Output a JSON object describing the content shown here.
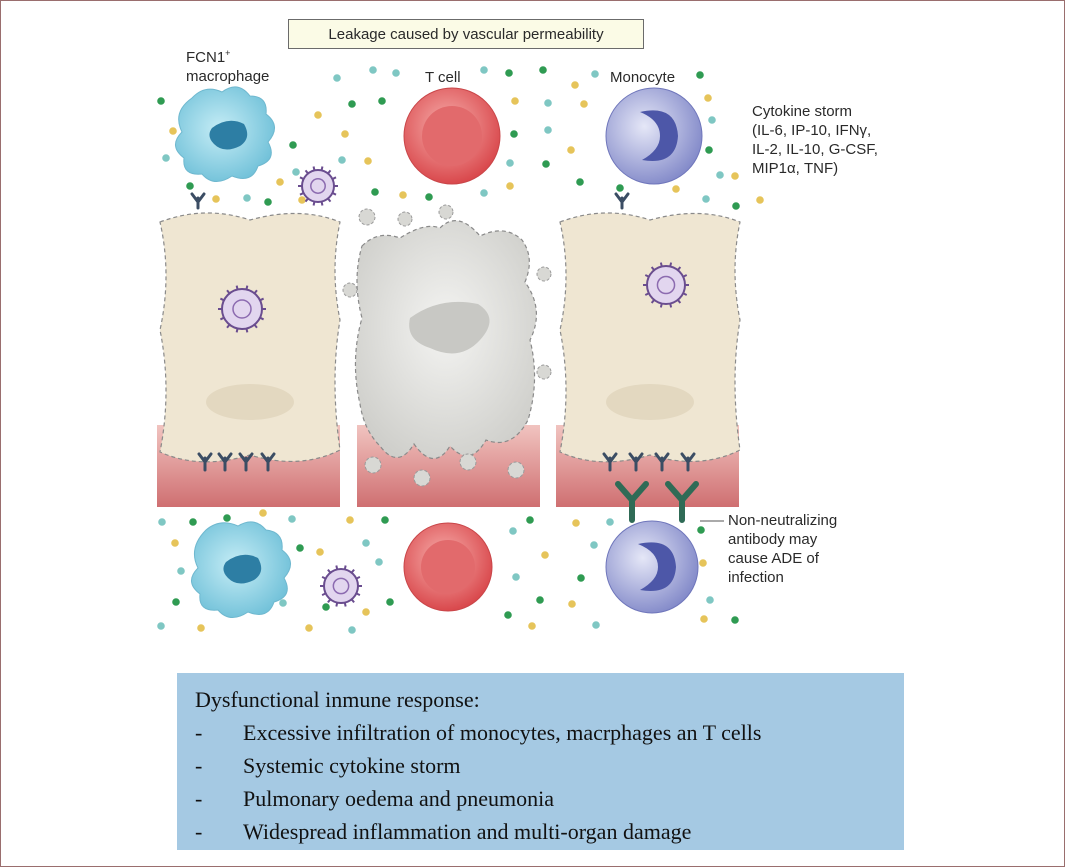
{
  "diagram": {
    "top_label": "Leakage caused by vascular permeability",
    "macrophage_label_line1": "FCN1",
    "macrophage_label_sup": "+",
    "macrophage_label_line2": "macrophage",
    "tcell_label": "T cell",
    "monocyte_label": "Monocyte",
    "cytokine_label": [
      "Cytokine storm",
      "(IL-6, IP-10, IFNγ,",
      "IL-2, IL-10, G-CSF,",
      "MIP1α, TNF)"
    ],
    "antibody_label": [
      "Non-neutralizing",
      "antibody may",
      "cause ADE of",
      "infection"
    ],
    "colors": {
      "macrophage": "#8fd3e6",
      "tcell": "#e2585a",
      "monocyte": "#8f95d0",
      "epithelial": "#efe5d0",
      "damaged_cell": "#dcdcd8",
      "vessel": "#d77d7d",
      "antibody": "#2f6b56",
      "dot_green": "#2f9b52",
      "dot_yellow": "#e6c45a",
      "dot_teal": "#7fc7c3"
    }
  },
  "summary": {
    "heading": "Dysfunctional inmune response:",
    "items": [
      {
        "dash": "-",
        "text": "Excessive infiltration of monocytes, macrphages an T cells"
      },
      {
        "dash": "-",
        "text": "Systemic cytokine storm"
      },
      {
        "dash": "-",
        "text": "Pulmonary oedema and pneumonia"
      },
      {
        "dash": "-",
        "text": "Widespread inflammation and multi-organ damage"
      }
    ]
  }
}
